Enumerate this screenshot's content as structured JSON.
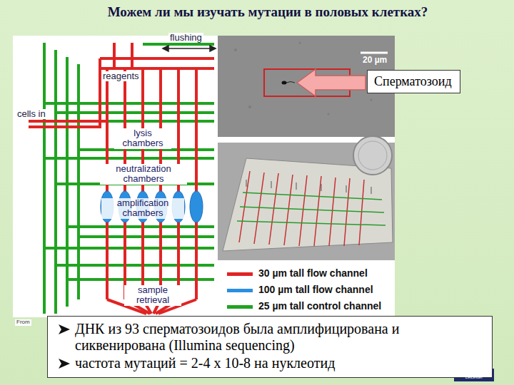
{
  "diagram": {
    "title": "Можем ли мы изучать мутации в половых клетках?",
    "nodes": [
      {
        "text": [
          "Сперматозоид"
        ]
      },
      {
        "text": [
          "ДНК из 93 сперматозоидов была амплифицирована и сиквенирована (Illumina sequencing)",
          "частота мутаций = 2-4 x 10-8 на нуклеотид"
        ]
      }
    ],
    "labels": [
      "flushing",
      "reagents",
      "cells in",
      "lysis chambers",
      "neutralization chambers",
      "amplification chambers",
      "sample retrieval",
      "20 µm",
      "From",
      "University of Leicester"
    ],
    "legend": [
      {
        "text": "30 µm tall flow channel",
        "color": "#e02424"
      },
      {
        "text": "100 µm tall flow channel",
        "color": "#2b8fe0"
      },
      {
        "text": "25 µm tall control channel",
        "color": "#21a321"
      }
    ]
  }
}
